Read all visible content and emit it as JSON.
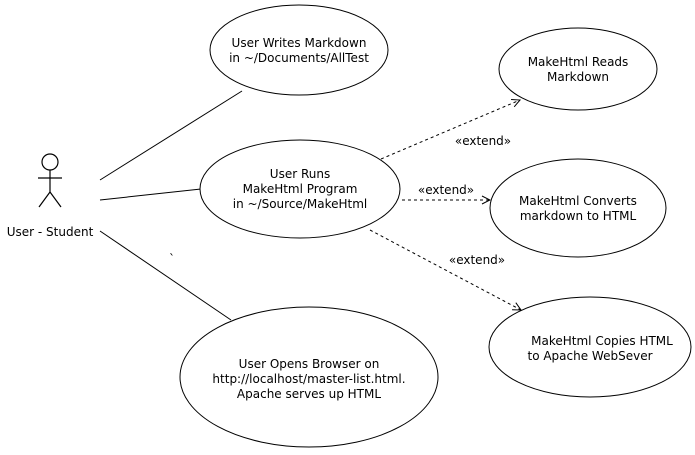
{
  "actor": {
    "label": "User - Student"
  },
  "use_cases": {
    "writes": [
      "User Writes Markdown",
      "in ~/Documents/AllTest"
    ],
    "runs": [
      "User Runs",
      "MakeHtml Program",
      "in ~/Source/MakeHtml"
    ],
    "browser": [
      "User Opens Browser on",
      "http://localhost/master-list.html.",
      "Apache serves up HTML"
    ],
    "reads": [
      "MakeHtml Reads",
      "Markdown"
    ],
    "converts": [
      "MakeHtml Converts",
      "markdown to HTML"
    ],
    "copies": [
      "MakeHtml Copies HTML",
      "to Apache WebSever"
    ]
  },
  "relations": {
    "extend_reads": "«extend»",
    "extend_converts": "«extend»",
    "extend_copies": "«extend»"
  },
  "stray_mark": "`"
}
